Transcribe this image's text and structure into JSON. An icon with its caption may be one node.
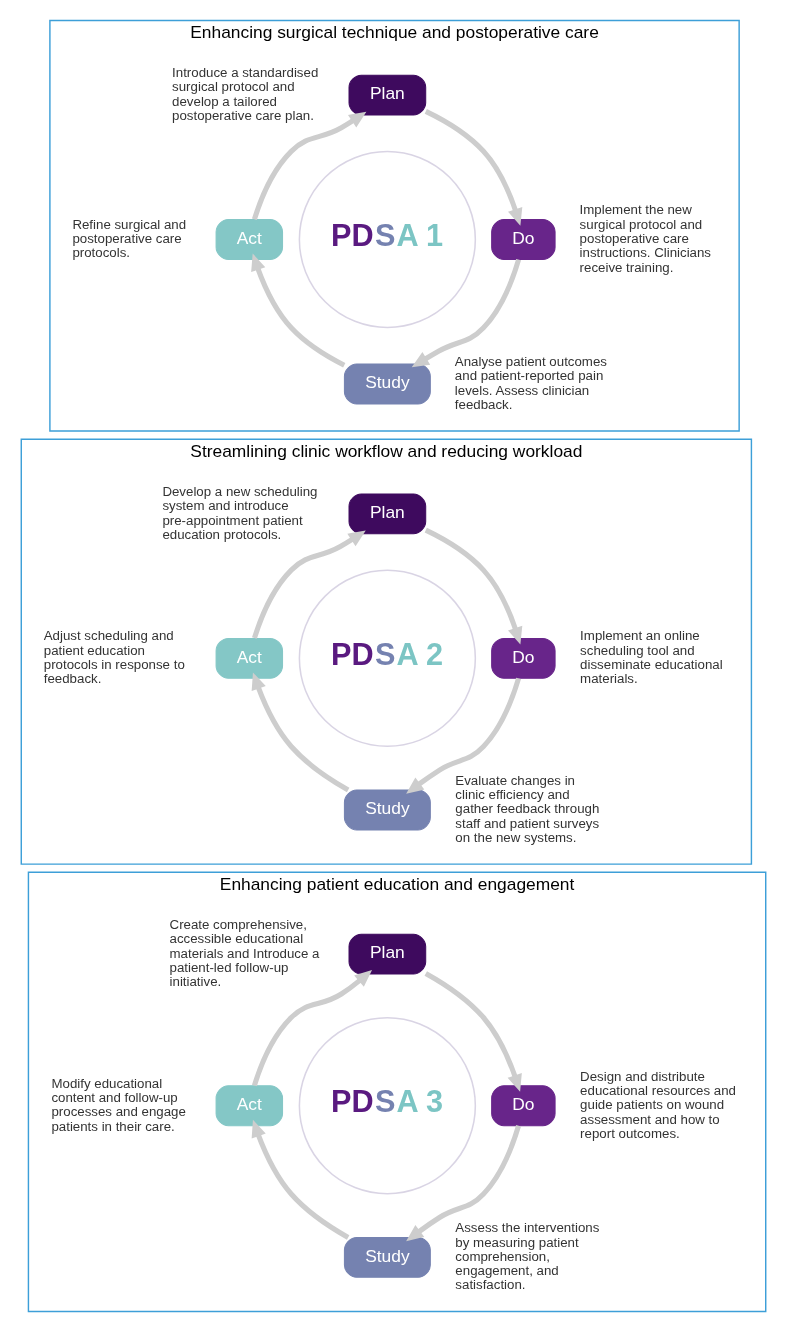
{
  "diagram": {
    "nodes": [
      {
        "text": [
          "Enhancing surgical technique and postoperative care"
        ]
      },
      {
        "text": [
          "Plan"
        ],
        "in": 0,
        "beside": [
          "Introduce a standardised surgical protocol and develop a tailored postoperative care plan."
        ]
      },
      {
        "text": [
          "Do"
        ],
        "in": 0,
        "beside": [
          "Implement the new surgical protocol and postoperative care instructions. Clinicians receive training."
        ]
      },
      {
        "text": [
          "PDSA 1"
        ],
        "in": 0
      },
      {
        "text": [
          "Act"
        ],
        "in": 0,
        "beside": [
          "Refine surgical and postoperative care protocols."
        ]
      },
      {
        "text": [
          "Study"
        ],
        "in": 0,
        "beside": [
          "Analyse patient outcomes and patient-reported pain levels. Assess clinician feedback."
        ]
      },
      {
        "text": [
          "Streamlining clinic workflow and reducing workload"
        ]
      },
      {
        "text": [
          "Plan"
        ],
        "in": 6,
        "beside": [
          "Develop a new scheduling system and introduce pre-appointment patient education protocols."
        ]
      },
      {
        "text": [
          "Do"
        ],
        "in": 6,
        "beside": [
          "Implement an online scheduling tool and disseminate educational materials."
        ]
      },
      {
        "text": [
          "PDSA 2"
        ],
        "in": 6
      },
      {
        "text": [
          "Act"
        ],
        "in": 6,
        "beside": [
          "Adjust scheduling and patient education protocols in response to feedback."
        ]
      },
      {
        "text": [
          "Study"
        ],
        "in": 6,
        "beside": [
          "Evaluate changes in clinic efficiency and gather feedback through staff and patient surveys on the new systems."
        ]
      },
      {
        "text": [
          "Enhancing patient education and engagement"
        ]
      },
      {
        "text": [
          "Plan"
        ],
        "in": 12,
        "beside": [
          "Create comprehensive, accessible educational materials and Introduce a patient-led follow-up initiative."
        ]
      },
      {
        "text": [
          "Do"
        ],
        "in": 12,
        "beside": [
          "Design and distribute educational resources and guide patients on wound assessment and how to report outcomes."
        ]
      },
      {
        "text": [
          "PDSA 3"
        ],
        "in": 12
      },
      {
        "text": [
          "Act"
        ],
        "in": 12,
        "beside": [
          "Modify educational content and follow-up processes and engage patients in their care."
        ]
      },
      {
        "text": [
          "Study"
        ],
        "in": 12,
        "beside": [
          "Assess the interventions by measuring patient comprehension, engagement, and satisfaction."
        ]
      }
    ],
    "edges": [
      {
        "from": 1,
        "to": 2,
        "arrow": "to"
      },
      {
        "from": 2,
        "to": 5,
        "arrow": "to"
      },
      {
        "from": 5,
        "to": 4,
        "arrow": "to"
      },
      {
        "from": 4,
        "to": 1,
        "arrow": "to"
      },
      {
        "from": 7,
        "to": 8,
        "arrow": "to"
      },
      {
        "from": 8,
        "to": 11,
        "arrow": "to"
      },
      {
        "from": 11,
        "to": 10,
        "arrow": "to"
      },
      {
        "from": 10,
        "to": 7,
        "arrow": "to"
      },
      {
        "from": 13,
        "to": 14,
        "arrow": "to"
      },
      {
        "from": 14,
        "to": 17,
        "arrow": "to"
      },
      {
        "from": 17,
        "to": 16,
        "arrow": "to"
      },
      {
        "from": 16,
        "to": 13,
        "arrow": "to"
      }
    ]
  }
}
